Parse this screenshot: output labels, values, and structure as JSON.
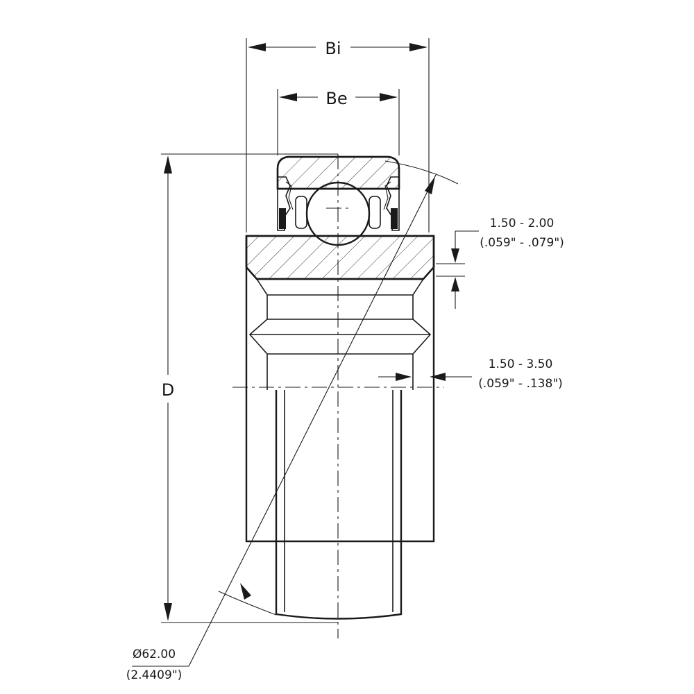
{
  "labels": {
    "bi": "Bi",
    "be": "Be",
    "d": "D",
    "chamfer_outer_mm": "1.50 - 2.00",
    "chamfer_outer_in": "(.059\" - .079\")",
    "chamfer_inner_mm": "1.50 - 3.50",
    "chamfer_inner_in": "(.059\" - .138\")",
    "diameter_mm": "Ø62.00",
    "diameter_in": "(2.4409\")"
  },
  "colors": {
    "line": "#1a1a1a",
    "background": "#ffffff"
  }
}
